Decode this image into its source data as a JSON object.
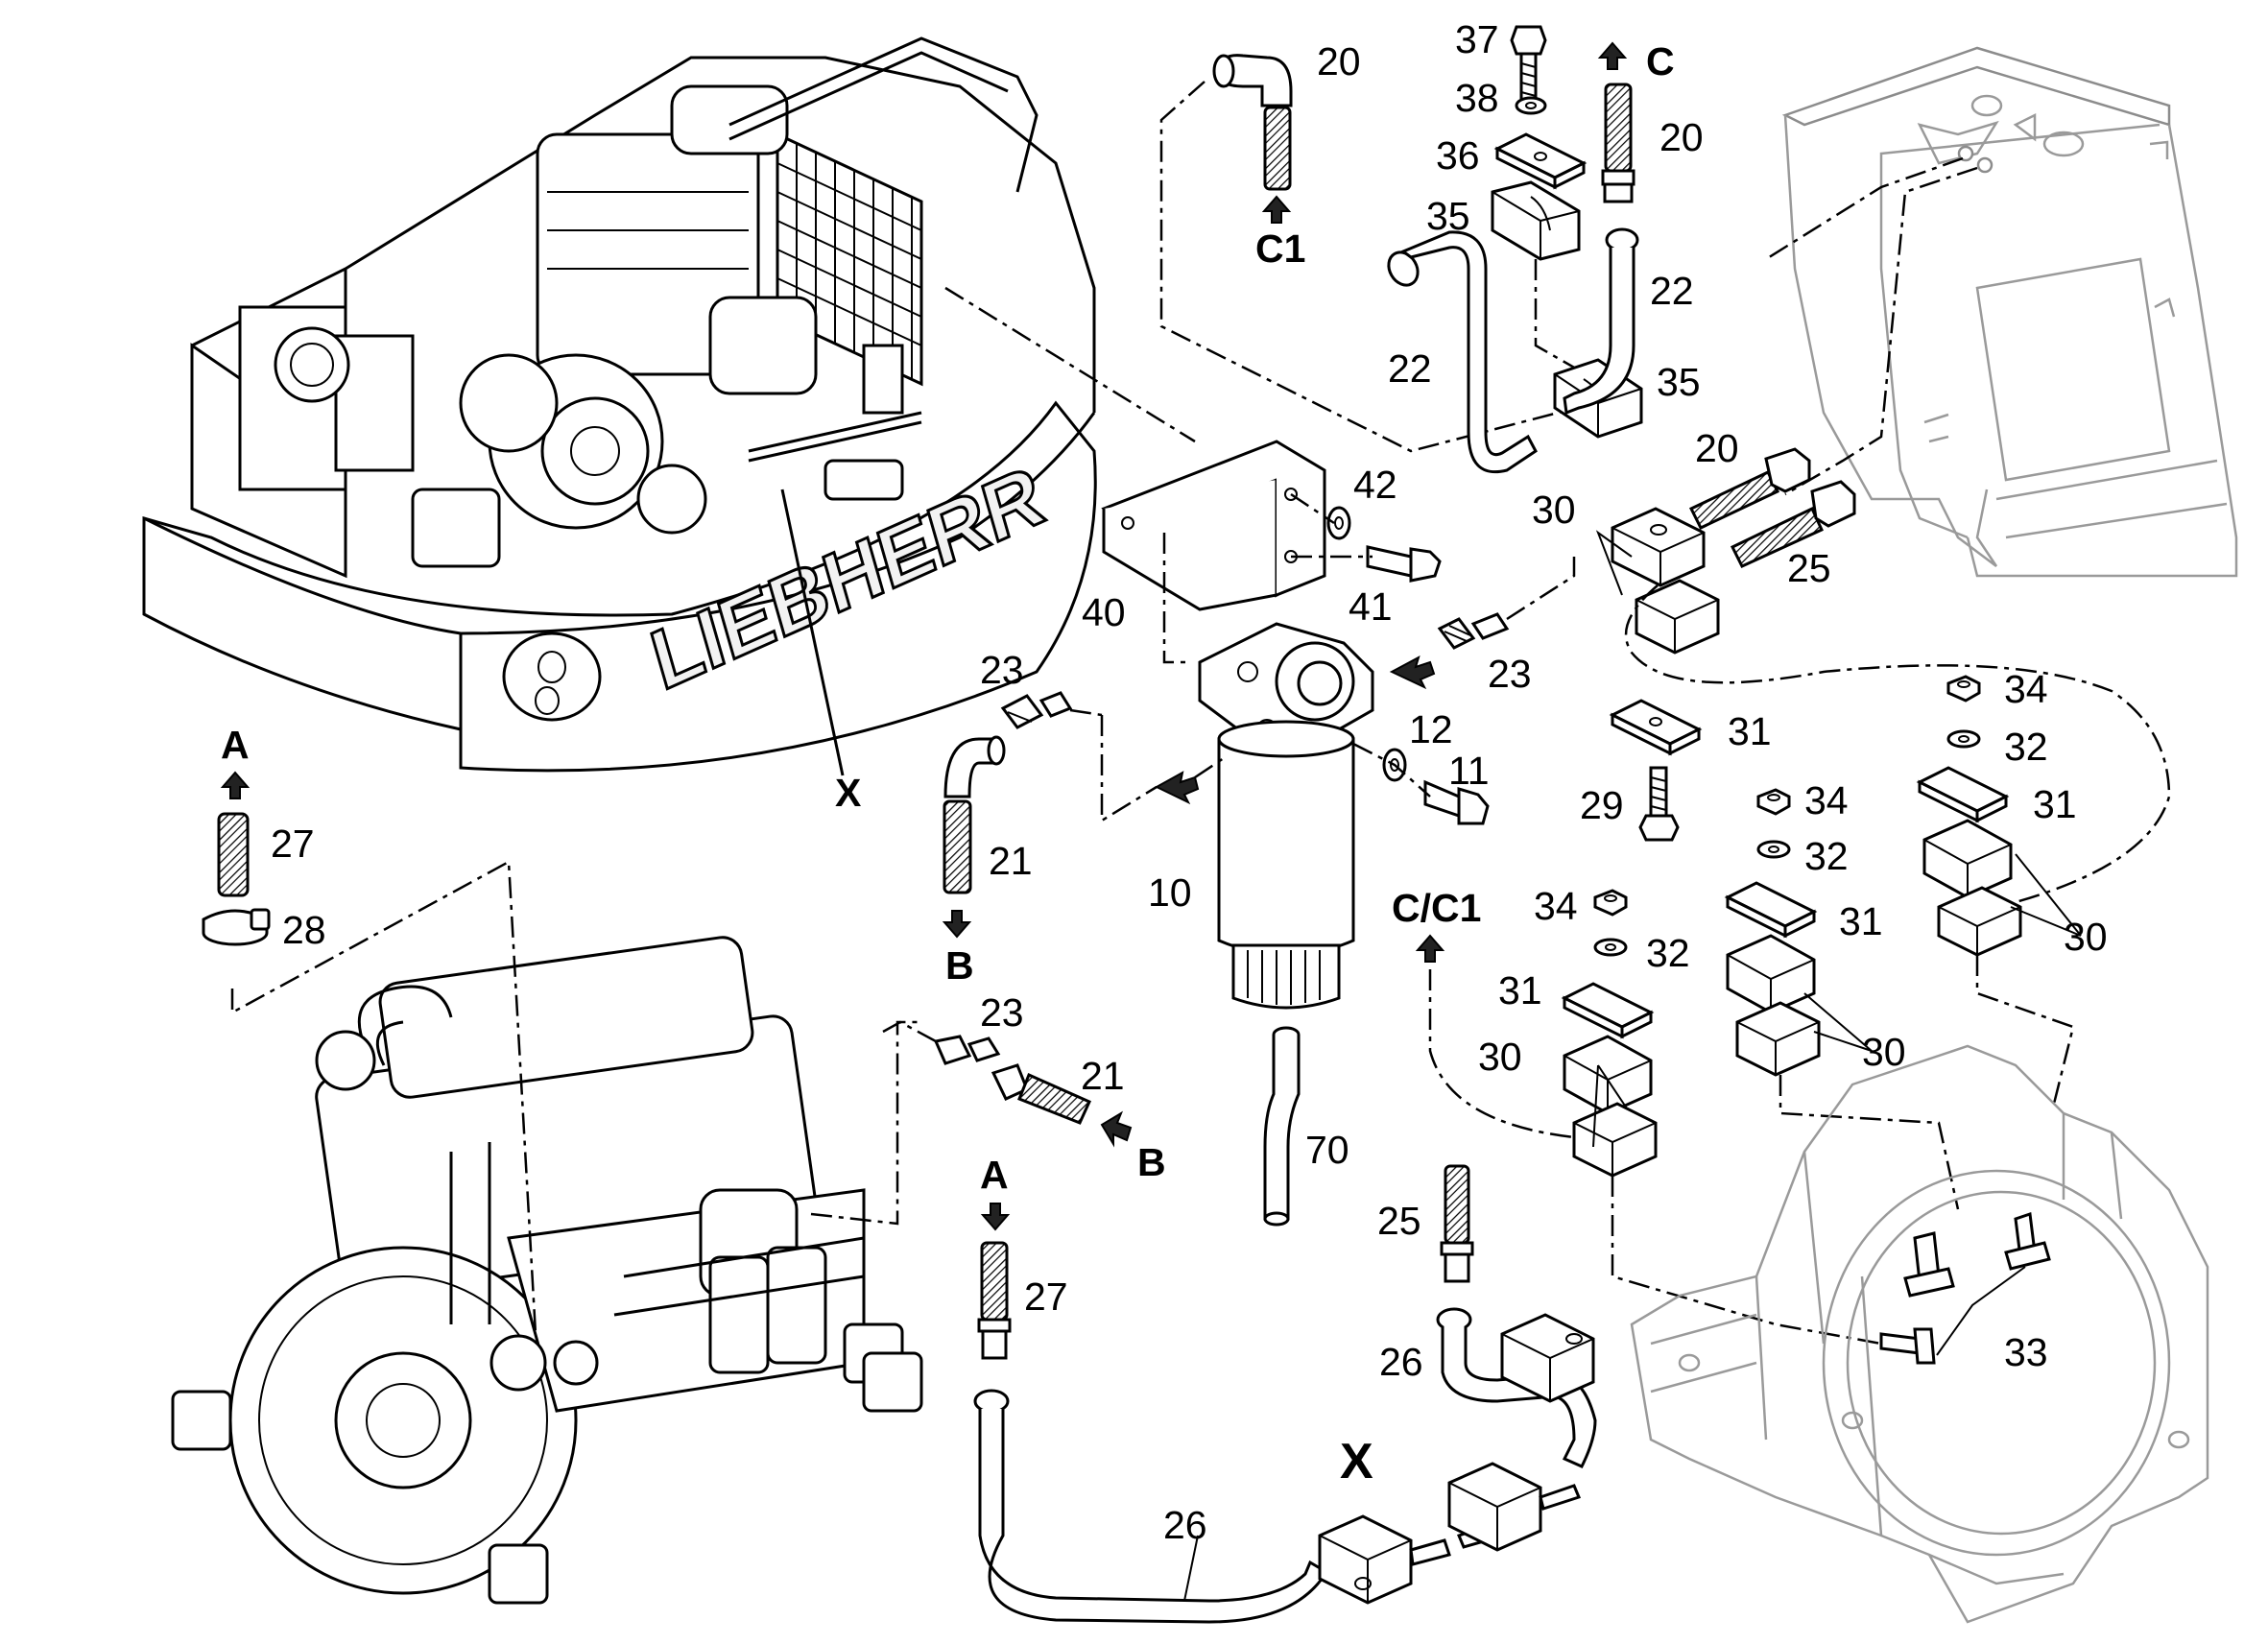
{
  "brand": {
    "logo_text": "LIEBHERR"
  },
  "callouts": [
    {
      "id": "c20a",
      "text": "20"
    },
    {
      "id": "c37",
      "text": "37"
    },
    {
      "id": "c38",
      "text": "38"
    },
    {
      "id": "c36",
      "text": "36"
    },
    {
      "id": "c35a",
      "text": "35"
    },
    {
      "id": "c20b",
      "text": "20"
    },
    {
      "id": "c22a",
      "text": "22"
    },
    {
      "id": "c22b",
      "text": "22"
    },
    {
      "id": "c35b",
      "text": "35"
    },
    {
      "id": "c42",
      "text": "42"
    },
    {
      "id": "c30a",
      "text": "30"
    },
    {
      "id": "c20c",
      "text": "20"
    },
    {
      "id": "c25a",
      "text": "25"
    },
    {
      "id": "c41",
      "text": "41"
    },
    {
      "id": "c40",
      "text": "40"
    },
    {
      "id": "c23a",
      "text": "23"
    },
    {
      "id": "c23b",
      "text": "23"
    },
    {
      "id": "c12",
      "text": "12"
    },
    {
      "id": "c11",
      "text": "11"
    },
    {
      "id": "c31a",
      "text": "31"
    },
    {
      "id": "c34a",
      "text": "34"
    },
    {
      "id": "c32a",
      "text": "32"
    },
    {
      "id": "c29",
      "text": "29"
    },
    {
      "id": "c34b",
      "text": "34"
    },
    {
      "id": "c31b",
      "text": "31"
    },
    {
      "id": "c32b",
      "text": "32"
    },
    {
      "id": "c27a",
      "text": "27"
    },
    {
      "id": "c28",
      "text": "28"
    },
    {
      "id": "c21a",
      "text": "21"
    },
    {
      "id": "c10",
      "text": "10"
    },
    {
      "id": "c34c",
      "text": "34"
    },
    {
      "id": "c32c",
      "text": "32"
    },
    {
      "id": "c31c",
      "text": "31"
    },
    {
      "id": "c30b",
      "text": "30"
    },
    {
      "id": "c31d",
      "text": "31"
    },
    {
      "id": "c23c",
      "text": "23"
    },
    {
      "id": "c21b",
      "text": "21"
    },
    {
      "id": "c30c",
      "text": "30"
    },
    {
      "id": "c30d",
      "text": "30"
    },
    {
      "id": "c70",
      "text": "70"
    },
    {
      "id": "c25b",
      "text": "25"
    },
    {
      "id": "c27b",
      "text": "27"
    },
    {
      "id": "c33",
      "text": "33"
    },
    {
      "id": "c26a",
      "text": "26"
    },
    {
      "id": "c26b",
      "text": "26"
    }
  ],
  "flow_markers": [
    {
      "id": "C1",
      "text": "C1"
    },
    {
      "id": "C",
      "text": "C"
    },
    {
      "id": "A_top",
      "text": "A"
    },
    {
      "id": "B_left",
      "text": "B"
    },
    {
      "id": "B_right",
      "text": "B"
    },
    {
      "id": "A_bottom",
      "text": "A"
    },
    {
      "id": "CC1",
      "text": "C/C1"
    }
  ],
  "detail_markers": [
    {
      "id": "X_top",
      "text": "X"
    },
    {
      "id": "X_bottom",
      "text": "X"
    }
  ]
}
